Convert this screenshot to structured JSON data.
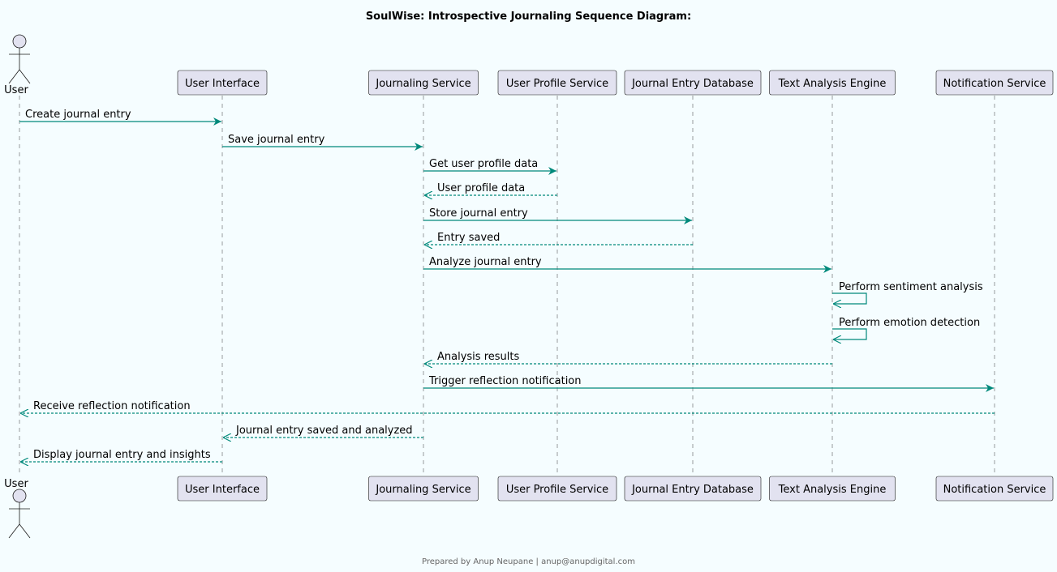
{
  "title": "SoulWise: Introspective Journaling Sequence Diagram:",
  "footer": "Prepared by Anup Neupane | anup@anupdigital.com",
  "colors": {
    "background": "#f5fdff",
    "participant_fill": "#e2e2f0",
    "participant_stroke": "#181818",
    "lifeline": "#181818",
    "arrow": "#00897b"
  },
  "participants": [
    {
      "id": "user",
      "label": "User",
      "kind": "actor"
    },
    {
      "id": "ui",
      "label": "User Interface",
      "kind": "box"
    },
    {
      "id": "journaling",
      "label": "Journaling Service",
      "kind": "box"
    },
    {
      "id": "profile",
      "label": "User Profile Service",
      "kind": "box"
    },
    {
      "id": "db",
      "label": "Journal Entry Database",
      "kind": "box"
    },
    {
      "id": "text",
      "label": "Text Analysis Engine",
      "kind": "box"
    },
    {
      "id": "notify",
      "label": "Notification Service",
      "kind": "box"
    }
  ],
  "messages": [
    {
      "from": "user",
      "to": "ui",
      "label": "Create journal entry",
      "style": "sync"
    },
    {
      "from": "ui",
      "to": "journaling",
      "label": "Save journal entry",
      "style": "sync"
    },
    {
      "from": "journaling",
      "to": "profile",
      "label": "Get user profile data",
      "style": "sync"
    },
    {
      "from": "profile",
      "to": "journaling",
      "label": "User profile data",
      "style": "reply"
    },
    {
      "from": "journaling",
      "to": "db",
      "label": "Store journal entry",
      "style": "sync"
    },
    {
      "from": "db",
      "to": "journaling",
      "label": "Entry saved",
      "style": "reply"
    },
    {
      "from": "journaling",
      "to": "text",
      "label": "Analyze journal entry",
      "style": "sync"
    },
    {
      "from": "text",
      "to": "text",
      "label": "Perform sentiment analysis",
      "style": "self"
    },
    {
      "from": "text",
      "to": "text",
      "label": "Perform emotion detection",
      "style": "self"
    },
    {
      "from": "text",
      "to": "journaling",
      "label": "Analysis results",
      "style": "reply"
    },
    {
      "from": "journaling",
      "to": "notify",
      "label": "Trigger reflection notification",
      "style": "sync"
    },
    {
      "from": "notify",
      "to": "user",
      "label": "Receive reflection notification",
      "style": "reply"
    },
    {
      "from": "journaling",
      "to": "ui",
      "label": "Journal entry saved and analyzed",
      "style": "reply"
    },
    {
      "from": "ui",
      "to": "user",
      "label": "Display journal entry and insights",
      "style": "reply"
    }
  ]
}
